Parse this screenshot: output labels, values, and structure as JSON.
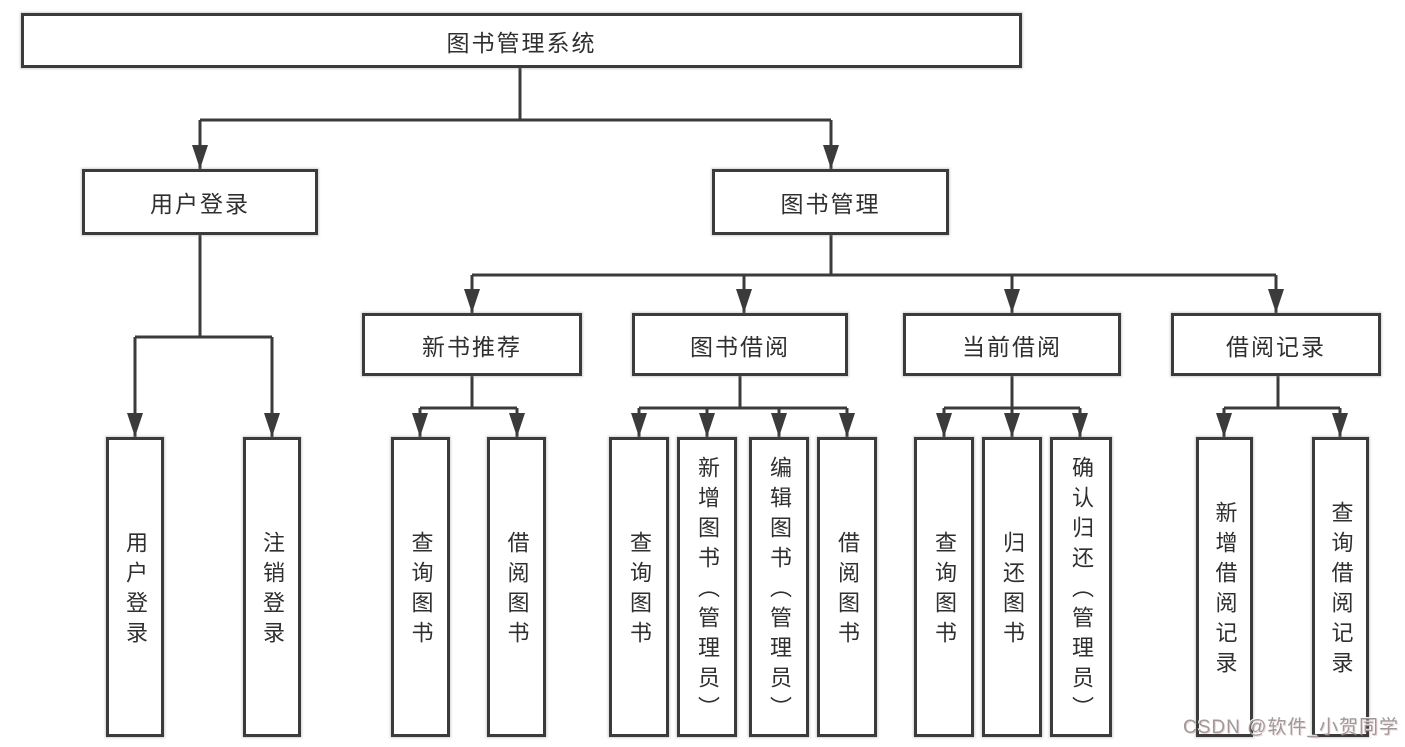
{
  "title": {
    "label": "图书管理系统"
  },
  "tree": {
    "branches": [
      {
        "label": "用户登录",
        "leaves": [
          {
            "label": "用户登录"
          },
          {
            "label": "注销登录"
          }
        ]
      },
      {
        "label": "图书管理",
        "groups": [
          {
            "label": "新书推荐",
            "leaves": [
              {
                "label": "查询图书"
              },
              {
                "label": "借阅图书"
              }
            ]
          },
          {
            "label": "图书借阅",
            "leaves": [
              {
                "label": "查询图书"
              },
              {
                "label": "新增图书（管理员）"
              },
              {
                "label": "编辑图书（管理员）"
              },
              {
                "label": "借阅图书"
              }
            ]
          },
          {
            "label": "当前借阅",
            "leaves": [
              {
                "label": "查询图书"
              },
              {
                "label": "归还图书"
              },
              {
                "label": "确认归还（管理员）"
              }
            ]
          },
          {
            "label": "借阅记录",
            "leaves": [
              {
                "label": "新增借阅记录"
              },
              {
                "label": "查询借阅记录"
              }
            ]
          }
        ]
      }
    ]
  },
  "watermark": {
    "label": "CSDN @软件_小贺同学"
  },
  "colors": {
    "line": "#3b3b3b",
    "text": "#2f2f2f",
    "box_background": "#ffffff",
    "watermark": "#9b9b9d"
  }
}
